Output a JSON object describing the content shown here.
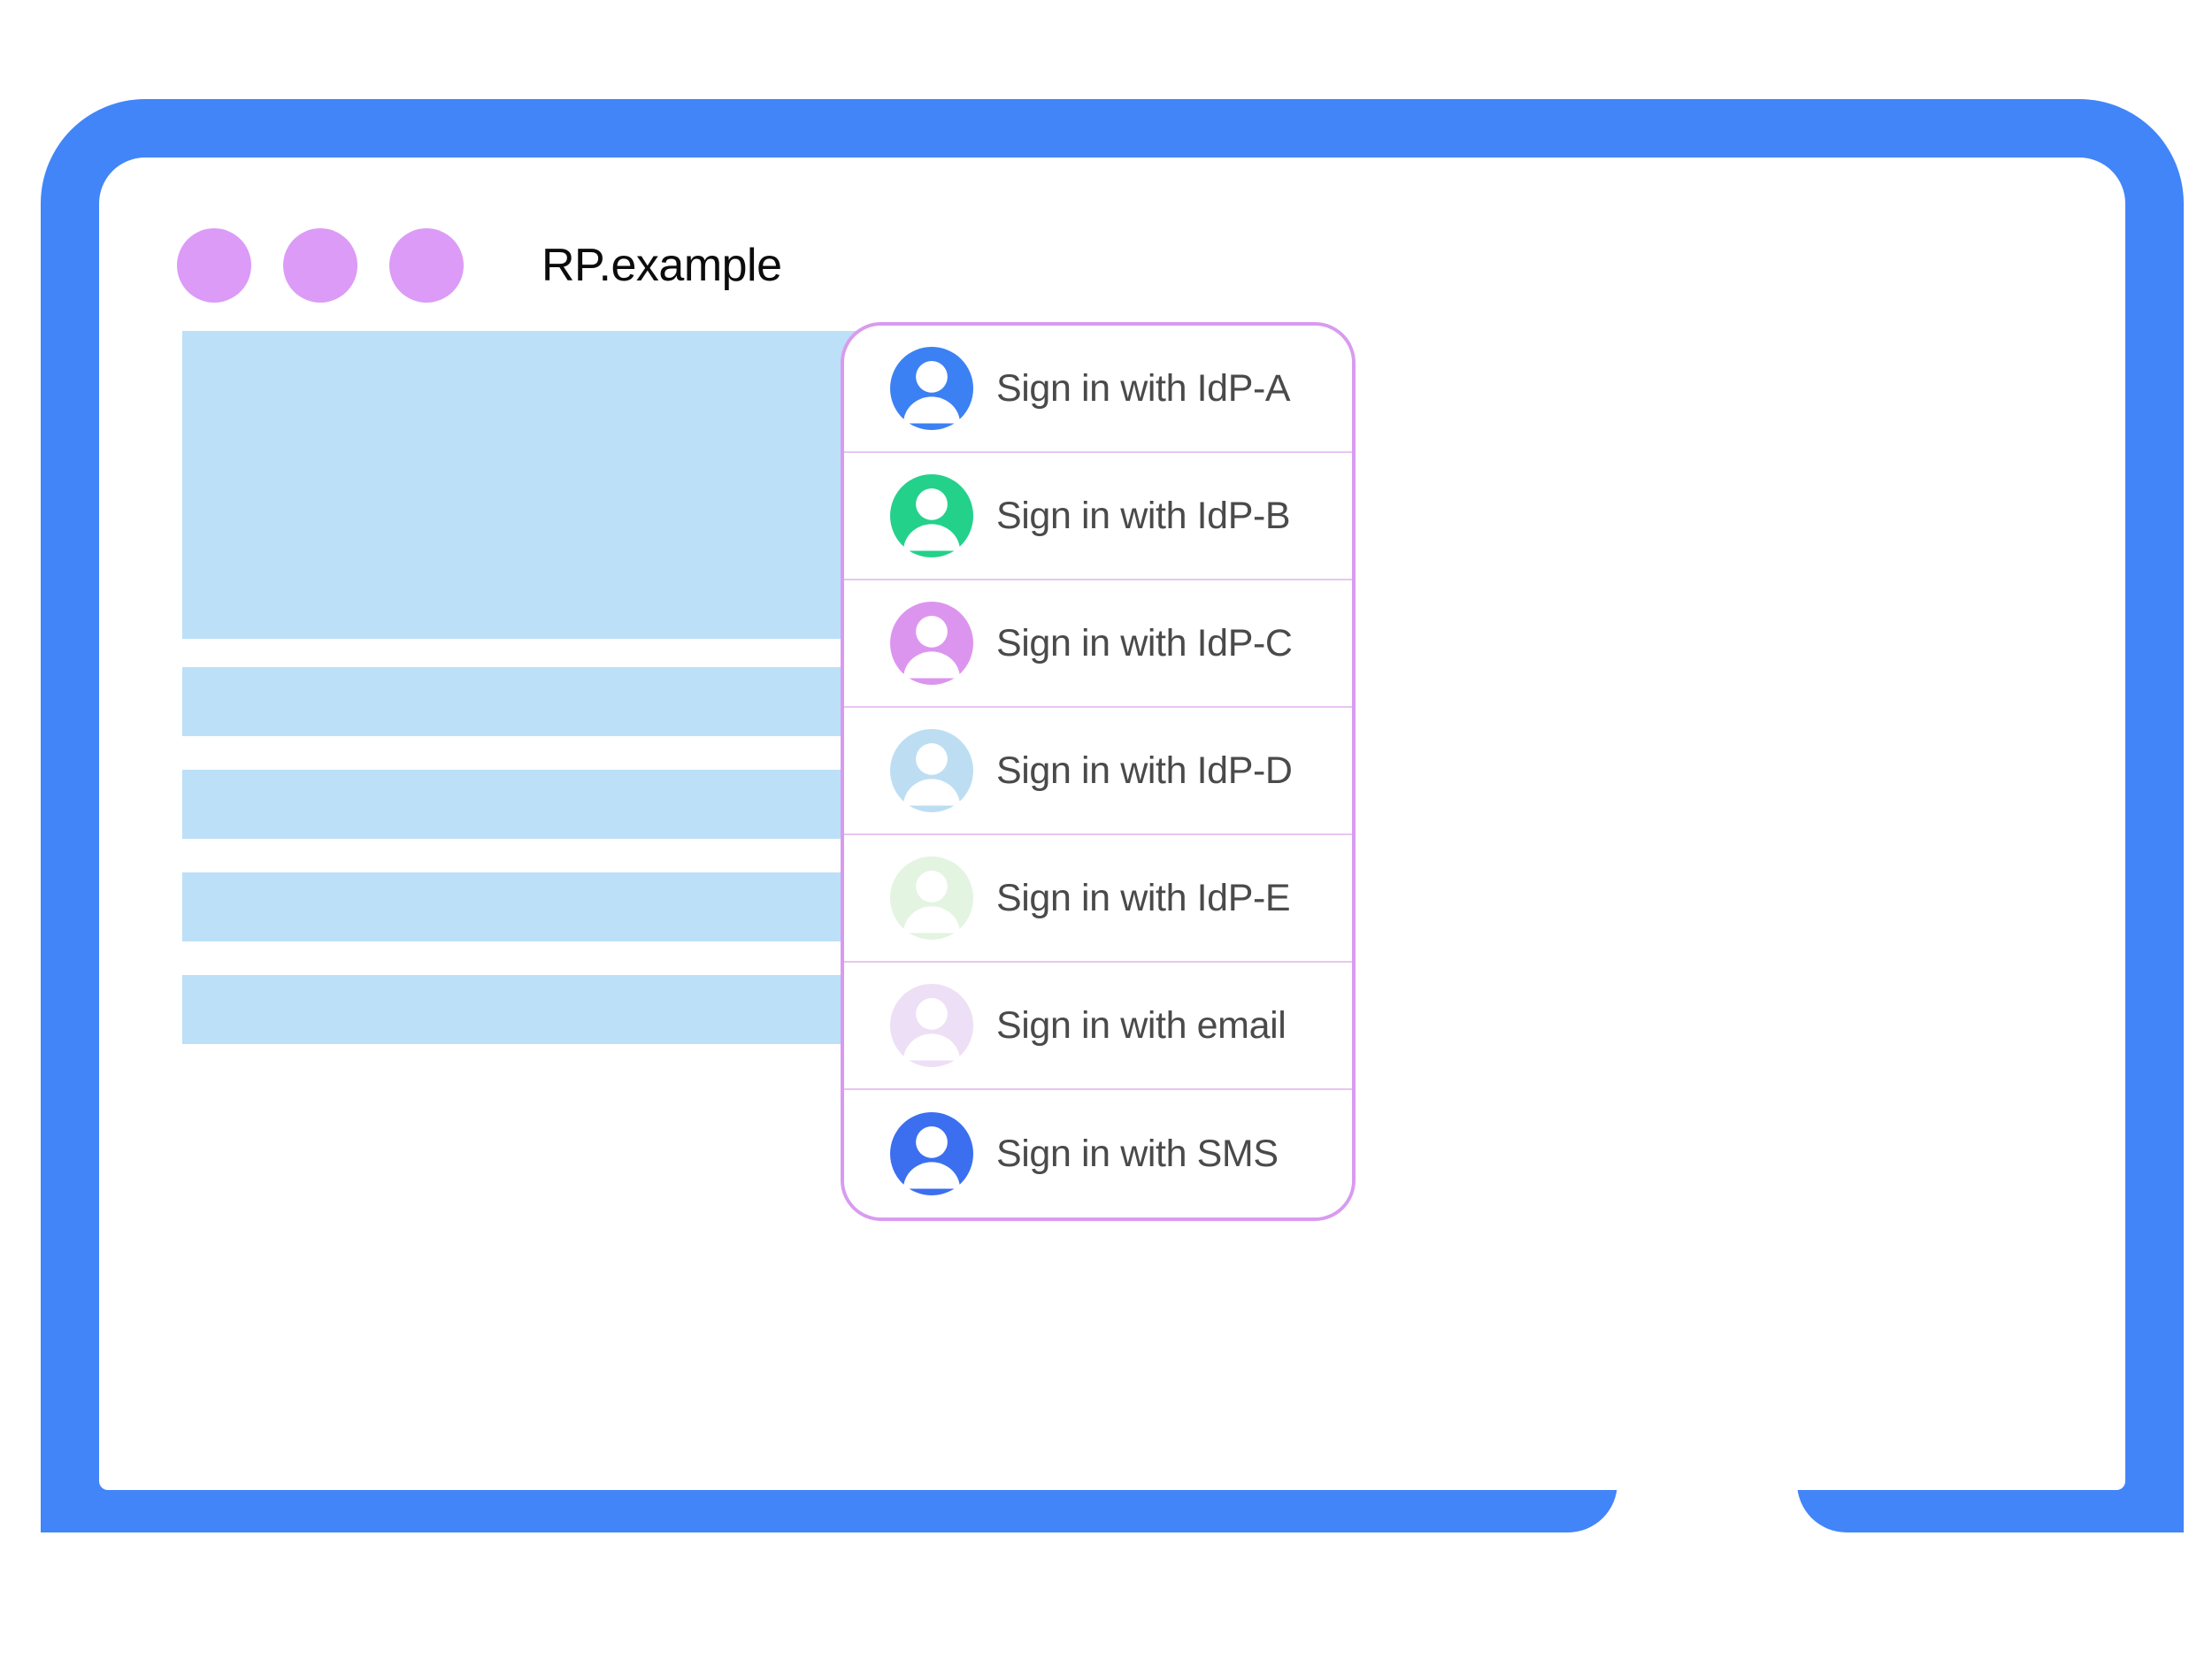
{
  "window": {
    "title": "RP.example",
    "traffic_dots": [
      "dot-1",
      "dot-2",
      "dot-3"
    ],
    "dot_color": "#DC9BF7"
  },
  "colors": {
    "frame_blue": "#4285F8",
    "placeholder_blue": "#BCE0F7",
    "panel_border": "#D89BF0",
    "panel_divider": "#E8C5F2",
    "label_text": "#4A4A4A",
    "title_text": "#0C0C0C",
    "page_background": "#FFFFFF"
  },
  "device": {
    "home_button": "home-button"
  },
  "content_placeholders": [
    {
      "name": "hero-placeholder",
      "shape": "block"
    },
    {
      "name": "text-line-placeholder-1",
      "shape": "bar"
    },
    {
      "name": "text-line-placeholder-2",
      "shape": "bar"
    },
    {
      "name": "text-line-placeholder-3",
      "shape": "bar"
    },
    {
      "name": "text-line-placeholder-4",
      "shape": "bar"
    }
  ],
  "signin_panel": {
    "name": "fedcm-account-chooser",
    "items": [
      {
        "label": "Sign in with IdP-A",
        "icon": "avatar-icon",
        "color": "#3C81F3"
      },
      {
        "label": "Sign in with IdP-B",
        "icon": "avatar-icon",
        "color": "#23D18B"
      },
      {
        "label": "Sign in with IdP-C",
        "icon": "avatar-icon",
        "color": "#DC95EF"
      },
      {
        "label": "Sign in with IdP-D",
        "icon": "avatar-icon",
        "color": "#BDDEF2"
      },
      {
        "label": "Sign in with IdP-E",
        "icon": "avatar-icon",
        "color": "#E3F4E1"
      },
      {
        "label": "Sign in with email",
        "icon": "avatar-icon",
        "color": "#EDDFF5"
      },
      {
        "label": "Sign in with SMS",
        "icon": "avatar-icon",
        "color": "#3B6FF0"
      }
    ]
  }
}
